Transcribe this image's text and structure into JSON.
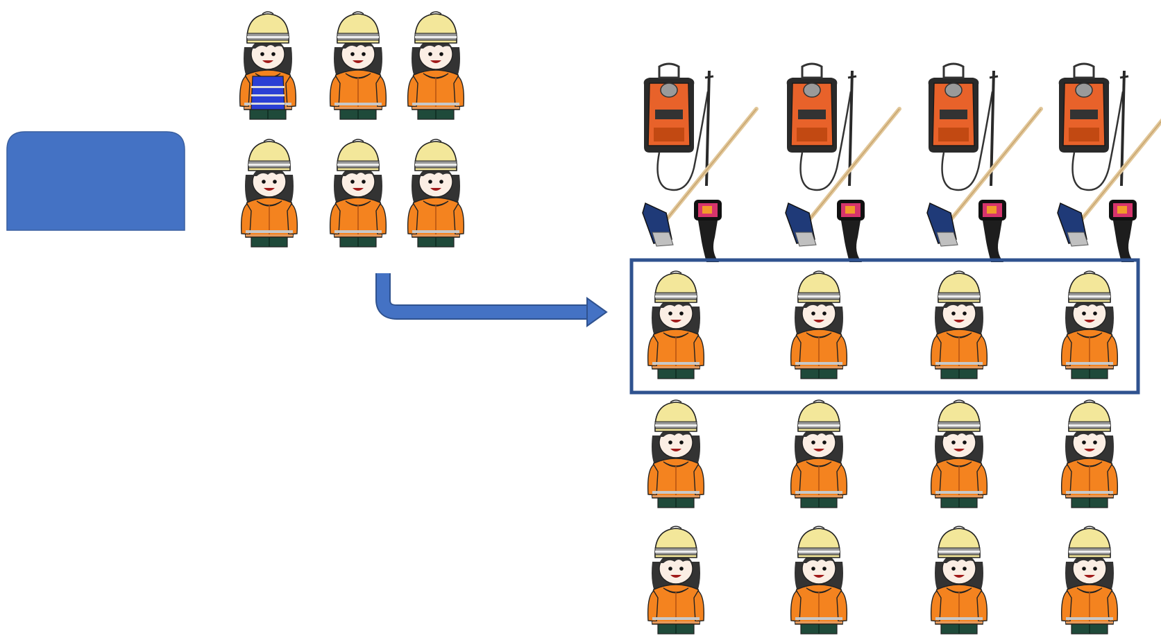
{
  "vehicle_shape": {
    "fill": "#4472c4",
    "stroke": "#3a5f9f"
  },
  "crew_group": {
    "leader": {
      "icon": "firefighter-leader-icon",
      "vest_color": "#2b3fd4"
    },
    "members": [
      {
        "icon": "firefighter-icon"
      },
      {
        "icon": "firefighter-icon"
      },
      {
        "icon": "firefighter-icon"
      },
      {
        "icon": "firefighter-icon"
      },
      {
        "icon": "firefighter-icon"
      }
    ]
  },
  "arrow": {
    "color": "#4472c4"
  },
  "equipment_columns": [
    {
      "items": [
        "water-backpack-icon",
        "fire-rake-icon",
        "thermal-camera-icon"
      ]
    },
    {
      "items": [
        "water-backpack-icon",
        "fire-rake-icon",
        "thermal-camera-icon"
      ]
    },
    {
      "items": [
        "water-backpack-icon",
        "fire-rake-icon",
        "thermal-camera-icon"
      ]
    },
    {
      "items": [
        "water-backpack-icon",
        "fire-rake-icon",
        "thermal-camera-icon"
      ]
    }
  ],
  "squad_grid": {
    "highlight_row": 0,
    "highlight_color": "#2f528f",
    "rows": 3,
    "columns": 4,
    "icon": "firefighter-icon"
  },
  "colors": {
    "jacket": "#f4831f",
    "jacket_dark": "#c85a0c",
    "helmet": "#f3e79a",
    "hair": "#333333",
    "skin": "#fbeee4",
    "pants": "#1f4a3a",
    "backpack": "#e8622a"
  }
}
